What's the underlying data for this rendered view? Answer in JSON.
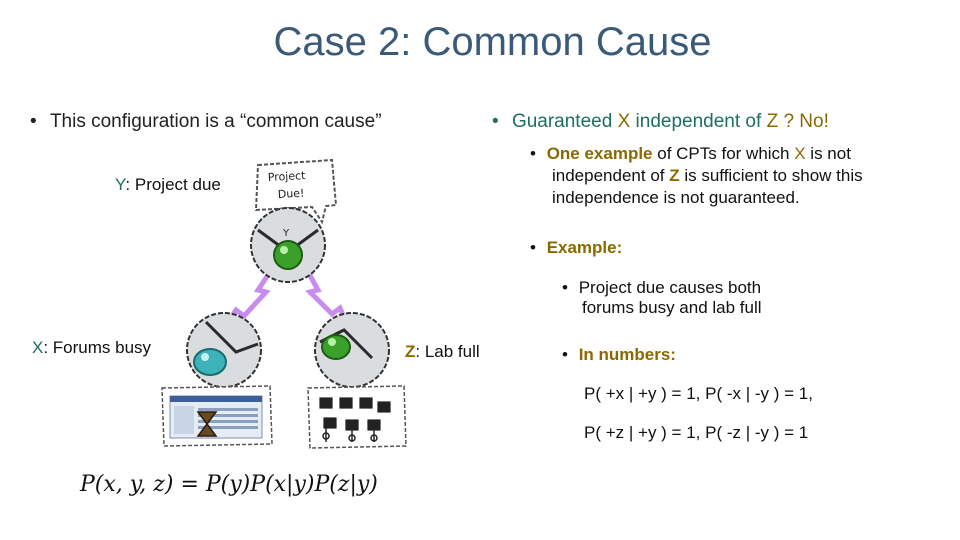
{
  "slide": {
    "title": "Case 2: Common Cause",
    "left": {
      "bullet": "•",
      "intro": "This configuration is a “common cause”",
      "y_letter": "Y",
      "y_label": ": Project due",
      "x_letter": "X",
      "x_label": ": Forums busy",
      "z_letter": "Z",
      "z_label": ": Lab full",
      "sign_text_1": "Project",
      "sign_text_2": "Due!",
      "formula": "P(x, y, z) = P(y)P(x|y)P(z|y)"
    },
    "right": {
      "bullet": "•",
      "headline_start": "Guaranteed ",
      "headline_x": "X",
      "headline_mid": " independent of ",
      "headline_z": "Z",
      "headline_end": " ?   No!",
      "sub1_a": "One example",
      "sub1_b": " of CPTs for which ",
      "sub1_x": "X",
      "sub1_c": " is not",
      "sub1_line2_a": "independent of ",
      "sub1_line2_z": "Z",
      "sub1_line2_b": " is sufficient to show this",
      "sub1_line3": "independence is not guaranteed.",
      "example_label": "Example:",
      "example_item_1": "Project due causes both",
      "example_item_2": "forums busy and lab full",
      "numbers_label": "In numbers:",
      "eq1": "P( +x | +y ) = 1, P( -x | -y ) = 1,",
      "eq2": "P( +z | +y ) = 1, P( -z | -y ) = 1"
    }
  }
}
